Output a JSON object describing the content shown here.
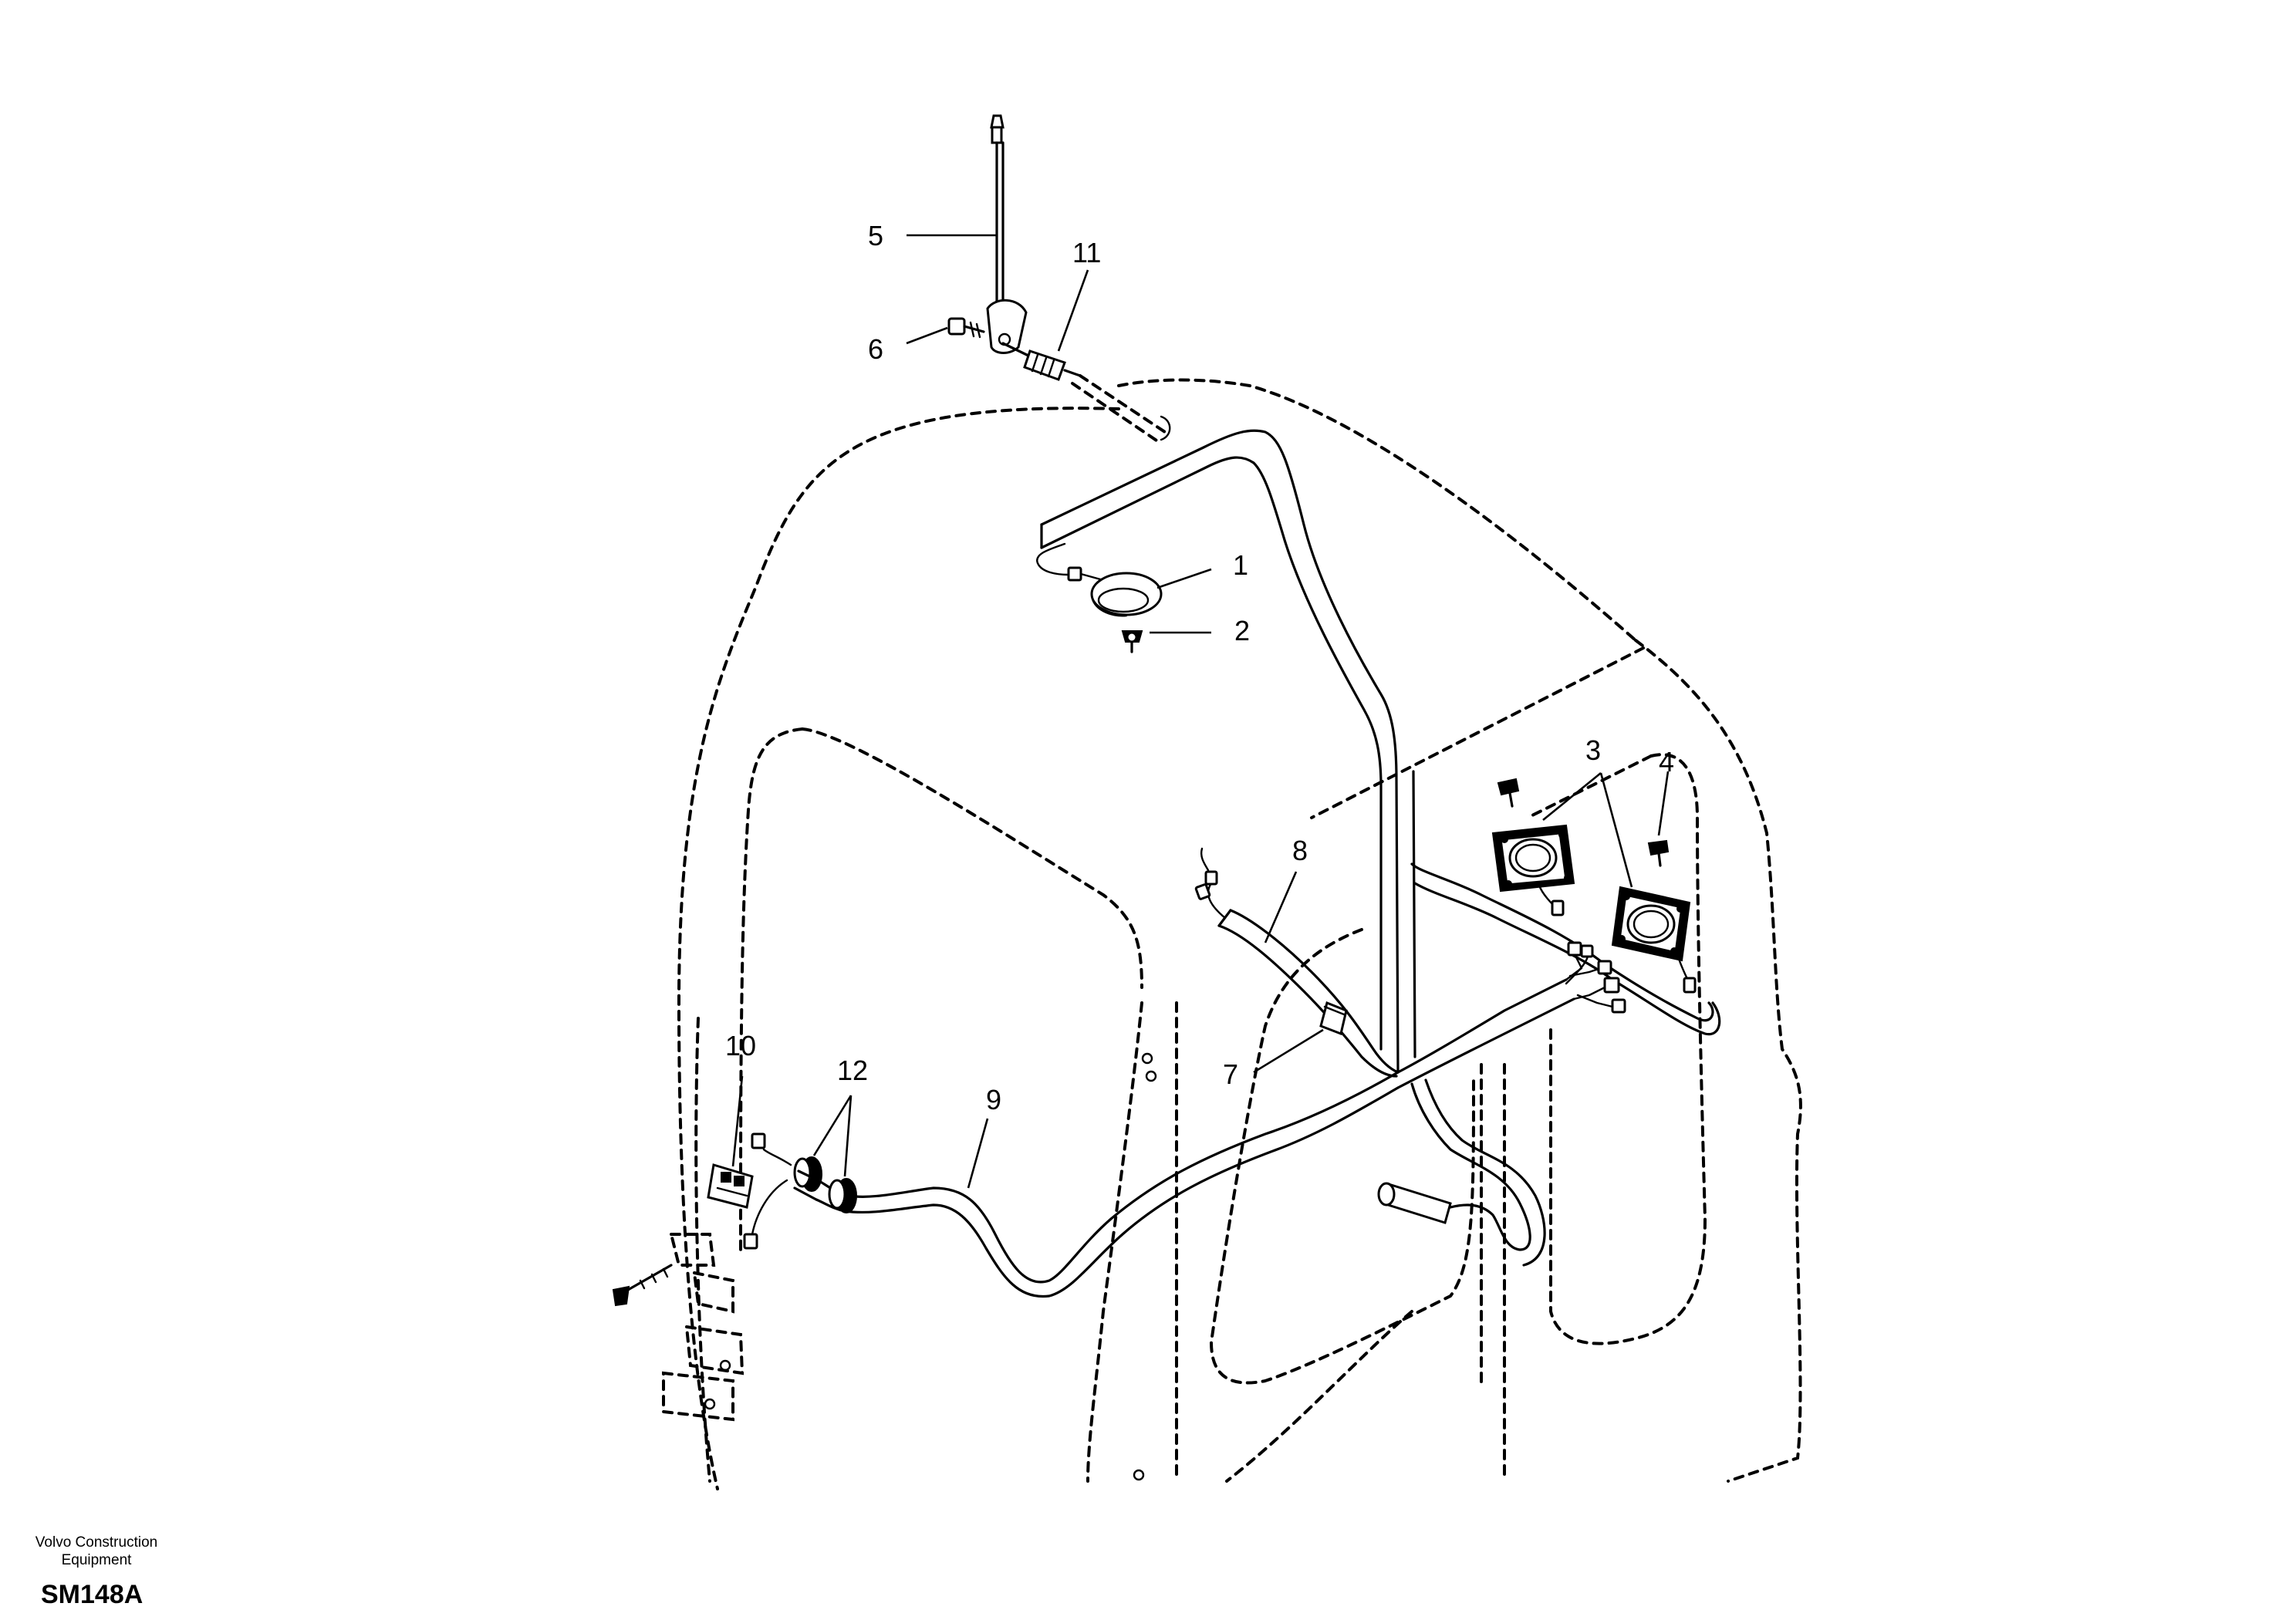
{
  "diagram": {
    "callouts": [
      {
        "id": "1",
        "label": "1"
      },
      {
        "id": "2",
        "label": "2"
      },
      {
        "id": "3",
        "label": "3"
      },
      {
        "id": "4",
        "label": "4"
      },
      {
        "id": "5",
        "label": "5"
      },
      {
        "id": "6",
        "label": "6"
      },
      {
        "id": "7",
        "label": "7"
      },
      {
        "id": "8",
        "label": "8"
      },
      {
        "id": "9",
        "label": "9"
      },
      {
        "id": "10",
        "label": "10"
      },
      {
        "id": "11",
        "label": "11"
      },
      {
        "id": "12",
        "label": "12"
      }
    ]
  },
  "footer": {
    "company_line1": "Volvo Construction",
    "company_line2": "Equipment",
    "code": "SM148A"
  }
}
